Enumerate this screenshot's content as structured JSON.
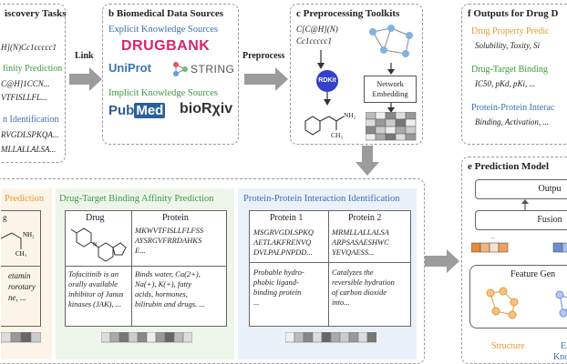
{
  "panel_a": {
    "title": "iscovery Tasks",
    "smiles": "H](N)Cc1ccccc1",
    "prop_title": "finity Prediction",
    "seq1": "C@H]1CCN...",
    "seq2": "VTFISLLFL...",
    "ppi_title": "n Identification",
    "seq3": "RVGDLSPKQA...",
    "seq4": "MLLALLALSA..."
  },
  "link_label": "Link",
  "preprocess_label": "Preprocess",
  "panel_b": {
    "title": "b  Biomedical Data Sources",
    "explicit_title": "Explicit Knowledge Sources",
    "drugbank": "DRUGBANK",
    "uniprot": "UniProt",
    "string": "STRING",
    "implicit_title": "Implicit Knowledge Sources",
    "pubmed_a": "Pub",
    "pubmed_b": "Med",
    "biorxiv": "bioRχiv"
  },
  "panel_c": {
    "title": "c  Preprocessing Toolkits",
    "smiles1": "C[C@H](N)",
    "smiles2": "Cc1ccccc1",
    "rdkit": "RDKit",
    "network_embedding_1": "Network",
    "network_embedding_2": "Embedding",
    "nh2": "NH₂",
    "ch3": "CH₃"
  },
  "panel_f": {
    "title": "f  Outputs for Drug D",
    "prop_title": "Drug Property Predic",
    "prop_items": "Solubility, Toxity, Si",
    "dti_title": "Drug-Target Binding",
    "dti_items": "IC50, pKd, pKi, ...",
    "ppi_title": "Protein-Protein Interac",
    "ppi_items": "Binding, Activation, ..."
  },
  "panel_d": {
    "frag_title": "Prediction",
    "frag_col": "g",
    "frag_text1": "etamin",
    "frag_text2": "rorotary",
    "frag_text3": "ne, ...",
    "dti_title": "Drug-Target Binding Affinity Prediction",
    "dti_col_drug": "Drug",
    "dti_col_protein": "Protein",
    "dti_protein_seq": "MKWVTFISLLFLFSS\nAYSRGVFRRDAHKS\nE...",
    "dti_drug_desc": "Tofacitinib is an\norally available\ninhibitor of Janus\nkinases (JAK), ...",
    "dti_protein_desc": "Binds water, Ca(2+),\nNa(+), K(+), fatty\nacids, hormones,\nbilirubin and drugs. ...",
    "ppi_title": "Protein-Protein Interaction Identification",
    "ppi_col_1": "Protein 1",
    "ppi_col_2": "Protein 2",
    "ppi_seq1": "MSGRVGDLSPKQ\nAETLAKFRENVQ\nDVLPALPNPDD...",
    "ppi_seq2": "MRMLLALLALSA\nARPSASAESHWC\nYEVQAESS...",
    "ppi_desc1": "Probable hydro-\nphobic ligand-\nbinding protein\n...",
    "ppi_desc2": "Catalyzes the\nreversible hydration\nof carbon dioxide\ninto..."
  },
  "panel_e": {
    "title": "e  Prediction Model",
    "output_label": "Outpu",
    "fusion_label": "Fusion",
    "feature_gen_label": "Feature Gen",
    "structure_label": "Structure",
    "ext_label_1": "Ex",
    "ext_label_2": "Kno"
  },
  "colors": {
    "green": "#3b9a3b",
    "orange": "#e69a2e",
    "blue": "#3a6fb5",
    "drugbank_pink": "#d6246e",
    "arrow_gray": "#9c9c9c",
    "rdkit_blue": "#3340c8"
  }
}
